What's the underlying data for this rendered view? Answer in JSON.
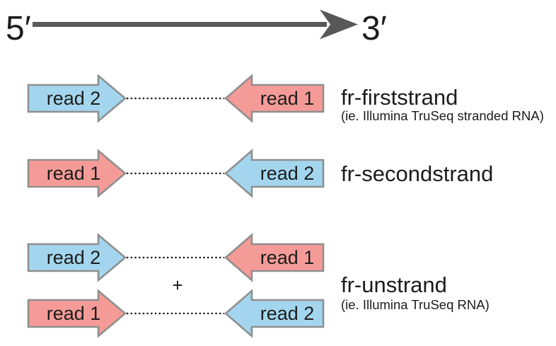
{
  "figure": {
    "axis": {
      "start_label": "5′",
      "end_label": "3′"
    },
    "colors": {
      "read1": "#f59b97",
      "read2": "#a3d6ee",
      "arrow_outline": "#8f8f8f",
      "axis_arrow": "#58585a",
      "text": "#1c1c1c"
    },
    "pairs": [
      {
        "forward_label": "read 2",
        "reverse_label": "read 1"
      },
      {
        "forward_label": "read 1",
        "reverse_label": "read 2"
      },
      {
        "forward_label": "read 2",
        "reverse_label": "read 1"
      },
      {
        "forward_label": "read 1",
        "reverse_label": "read 2"
      }
    ],
    "protocols": [
      {
        "name": "fr-firststrand",
        "note": "(ie. Illumina TruSeq stranded RNA)"
      },
      {
        "name": "fr-secondstrand"
      },
      {
        "name": "fr-unstrand",
        "note": "(ie. Illumina TruSeq RNA)"
      }
    ],
    "plus_sign": "+"
  }
}
